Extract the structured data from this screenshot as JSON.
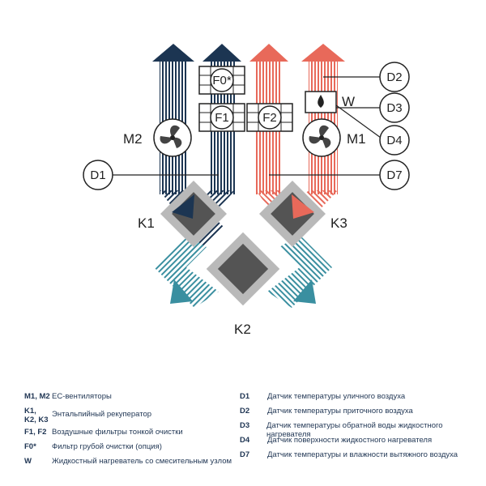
{
  "diagram": {
    "labels": {
      "m1": "M1",
      "m2": "M2",
      "k1": "K1",
      "k2": "K2",
      "k3": "K3",
      "d1": "D1",
      "d2": "D2",
      "d3": "D3",
      "d4": "D4",
      "d7": "D7",
      "f0": "F0*",
      "f1": "F1",
      "f2": "F2",
      "w": "W"
    },
    "colors": {
      "navy": "#1c3552",
      "salmon": "#e8695a",
      "teal": "#3a8fa0",
      "gray": "#b9b9b9",
      "dark": "#333333"
    }
  },
  "legend": {
    "left": [
      {
        "code": "M1, M2",
        "desc": "EC-вентиляторы"
      },
      {
        "code": "K1, K2, K3",
        "desc": "Энтальпийный рекуператор"
      },
      {
        "code": "F1, F2",
        "desc": "Воздушные фильтры тонкой очистки"
      },
      {
        "code": "F0*",
        "desc": "Фильтр грубой очистки (опция)"
      },
      {
        "code": "W",
        "desc": "Жидкостный нагреватель со смесительным узлом"
      }
    ],
    "right": [
      {
        "code": "D1",
        "desc": "Датчик температуры уличного воздуха"
      },
      {
        "code": "D2",
        "desc": "Датчик температуры приточного воздуха"
      },
      {
        "code": "D3",
        "desc": "Датчик температуры обратной воды жидкостного нагревателя"
      },
      {
        "code": "D4",
        "desc": "Датчик поверхности жидкостного нагревателя"
      },
      {
        "code": "D7",
        "desc": "Датчик температуры и влажности вытяжного воздуха"
      }
    ]
  }
}
